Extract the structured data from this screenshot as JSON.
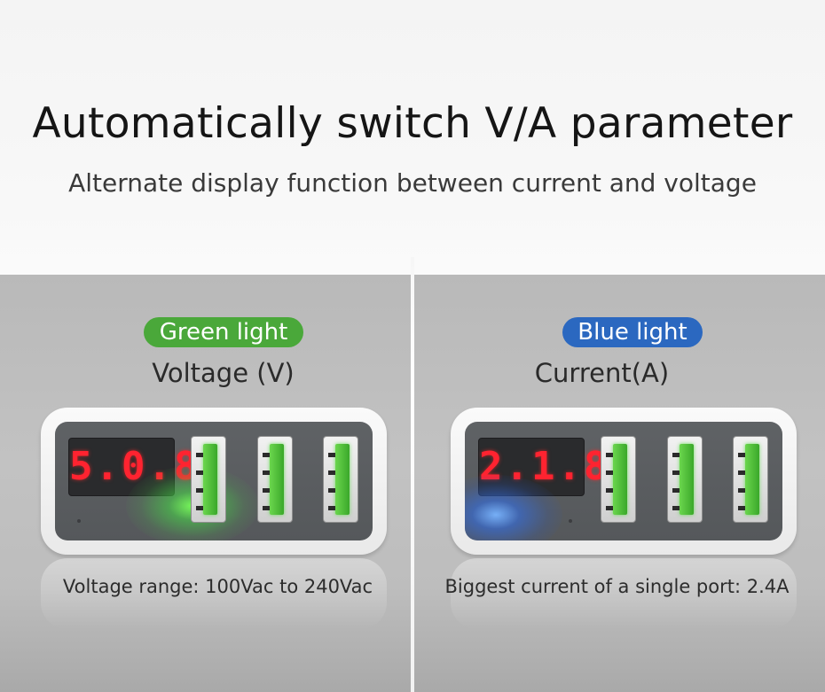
{
  "header": {
    "title": "Automatically switch V/A parameter",
    "subtitle": "Alternate display function between current and voltage"
  },
  "left_panel": {
    "badge": "Green light",
    "badge_color": "#4aa83a",
    "mode": "Voltage (V)",
    "display": "5.0.8",
    "caption": "Voltage range: 100Vac to 240Vac",
    "indicator_color": "#5cff4a",
    "usb_ports": 3
  },
  "right_panel": {
    "badge": "Blue light",
    "badge_color": "#2b68c0",
    "mode": "Current(A)",
    "display": "2.1.8",
    "caption": "Biggest current of a single port: 2.4A",
    "indicator_color": "#4a8cff",
    "usb_ports": 3
  },
  "display_color": "#ff2330",
  "icons": [
    "usb-port-icon",
    "led-indicator-icon",
    "lcd-display-icon"
  ]
}
